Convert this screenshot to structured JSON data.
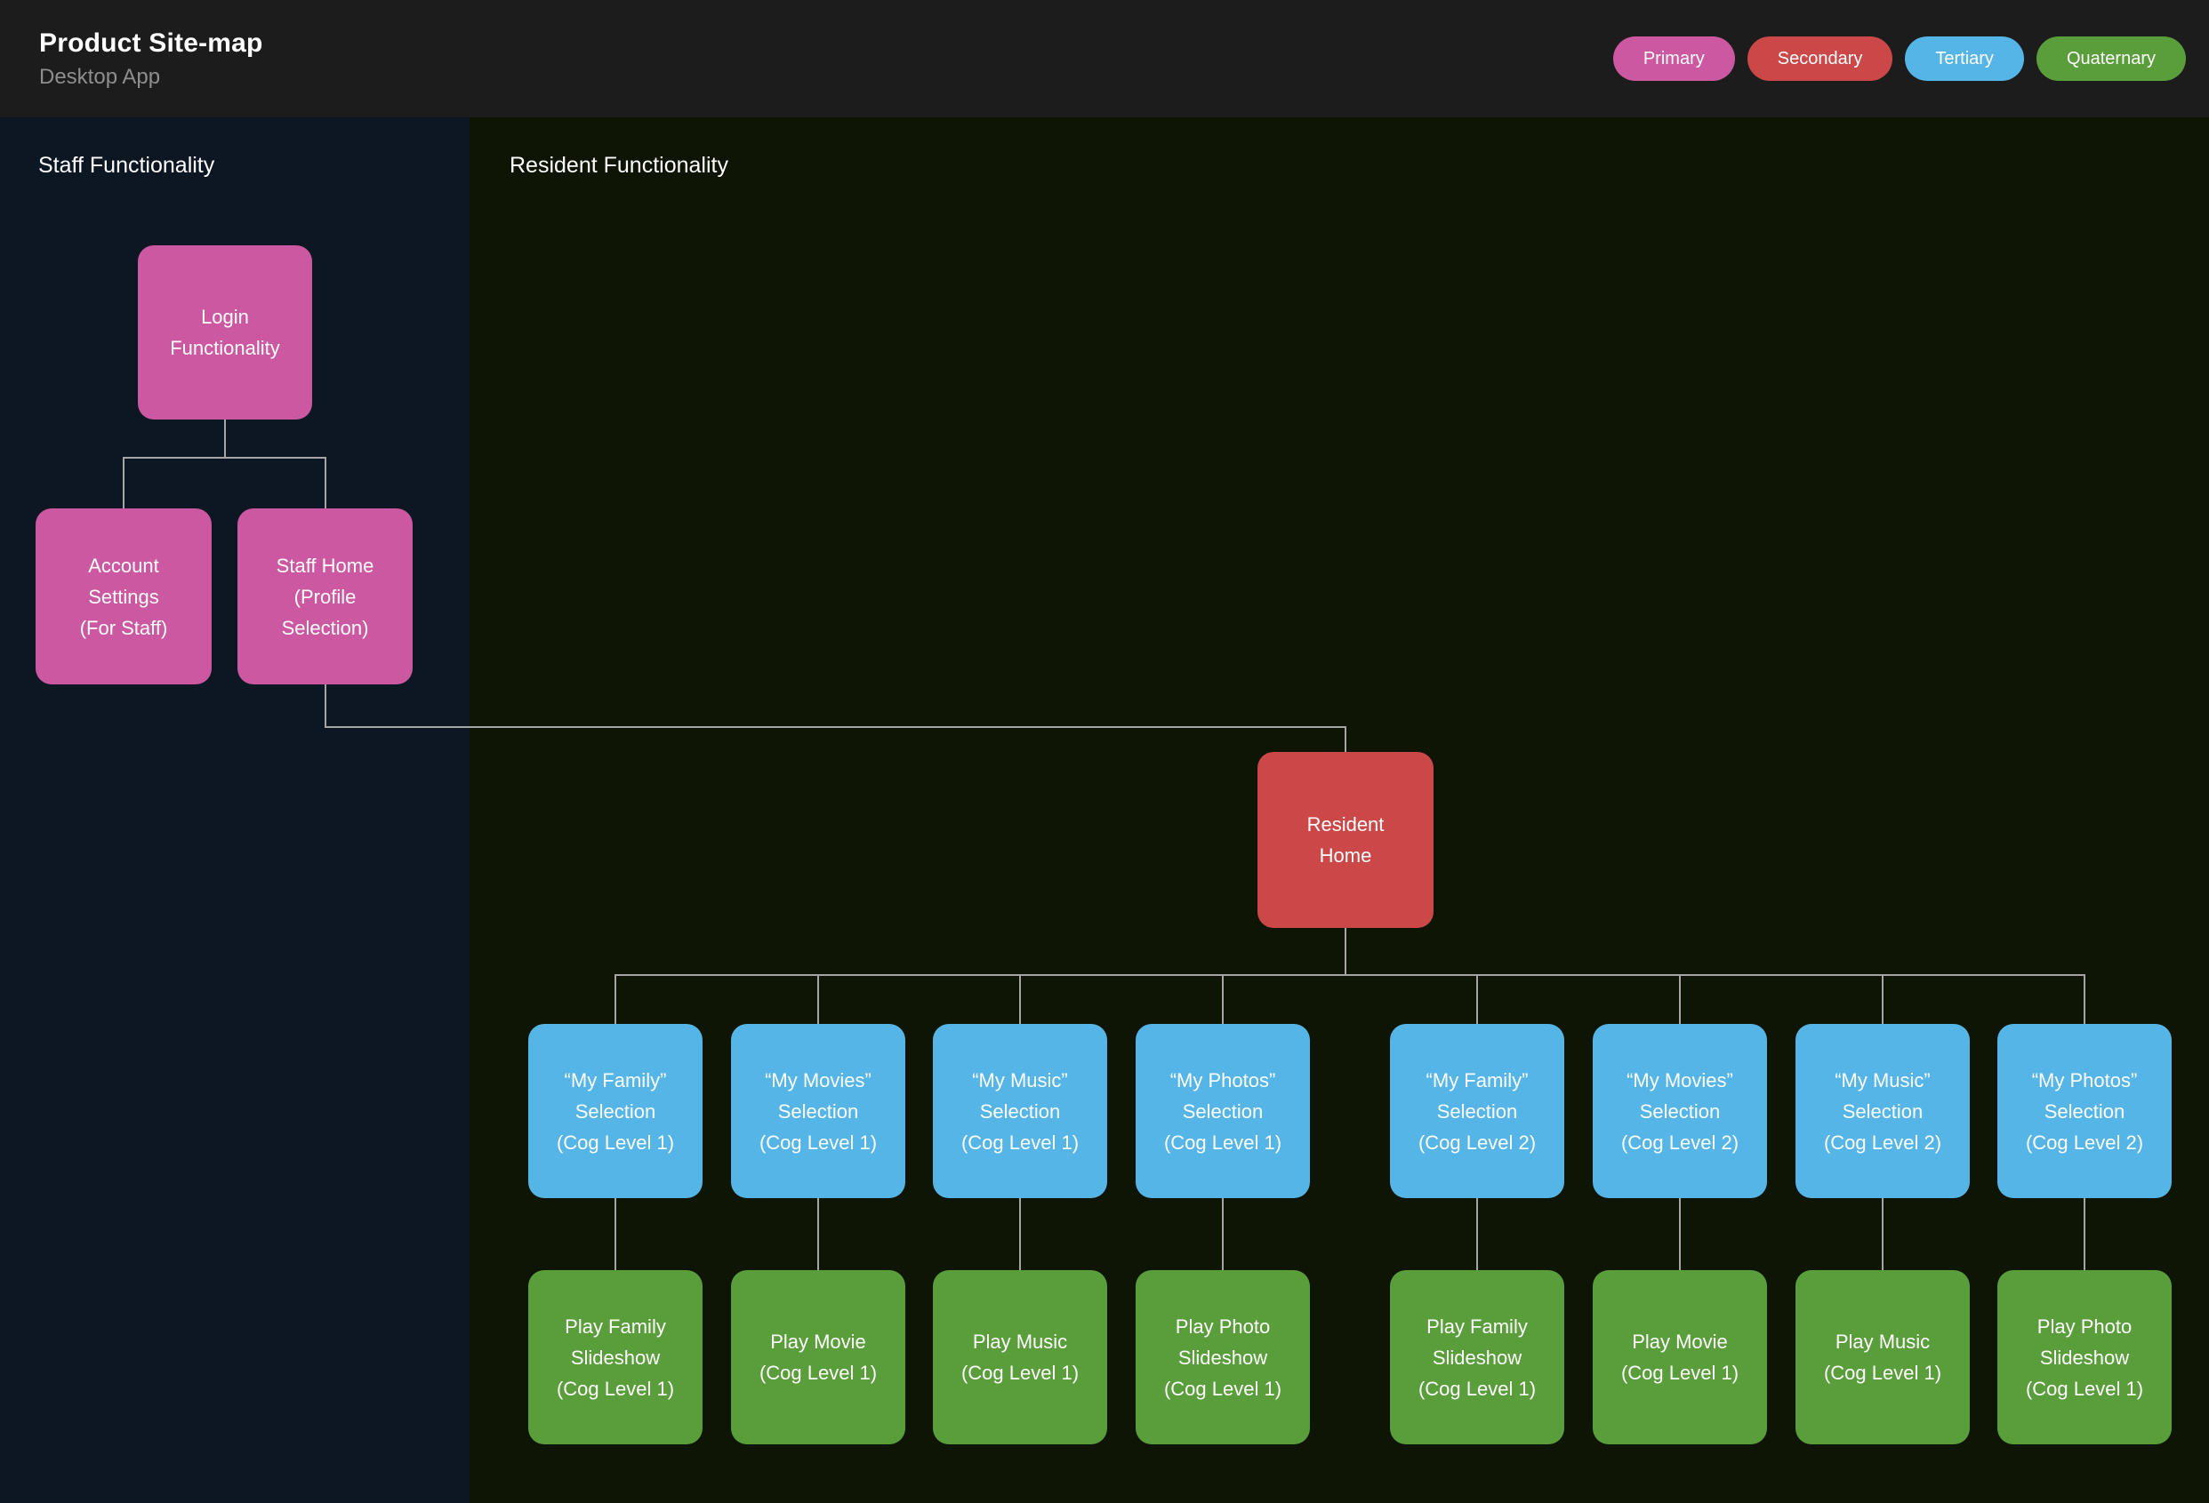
{
  "header": {
    "title": "Product Site-map",
    "subtitle": "Desktop App",
    "legend": [
      {
        "label": "Primary",
        "color": "#cc58a1"
      },
      {
        "label": "Secondary",
        "color": "#cc4848"
      },
      {
        "label": "Tertiary",
        "color": "#54b5e6"
      },
      {
        "label": "Quaternary",
        "color": "#5a9e3b"
      }
    ]
  },
  "sections": {
    "staff_label": "Staff Functionality",
    "resident_label": "Resident Functionality"
  },
  "nodes": {
    "login": {
      "label": "Login Functionality",
      "lines": [
        "Login",
        "Functionality"
      ]
    },
    "account_settings": {
      "label": "Account Settings (For Staff)",
      "lines": [
        "Account",
        "Settings",
        "(For Staff)"
      ]
    },
    "staff_home": {
      "label": "Staff Home (Profile Selection)",
      "lines": [
        "Staff Home",
        "(Profile",
        "Selection)"
      ]
    },
    "resident_home": {
      "label": "Resident Home",
      "lines": [
        "Resident",
        "Home"
      ]
    },
    "selections": [
      {
        "label": "“My Family” Selection (Cog Level 1)",
        "lines": [
          "“My Family”",
          "Selection",
          "(Cog Level 1)"
        ]
      },
      {
        "label": "“My Movies” Selection (Cog Level 1)",
        "lines": [
          "“My Movies”",
          "Selection",
          "(Cog Level 1)"
        ]
      },
      {
        "label": "“My Music” Selection (Cog Level 1)",
        "lines": [
          "“My Music”",
          "Selection",
          "(Cog Level 1)"
        ]
      },
      {
        "label": "“My Photos” Selection (Cog Level 1)",
        "lines": [
          "“My Photos”",
          "Selection",
          "(Cog Level 1)"
        ]
      },
      {
        "label": "“My Family” Selection (Cog Level 2)",
        "lines": [
          "“My Family”",
          "Selection",
          "(Cog Level 2)"
        ]
      },
      {
        "label": "“My Movies” Selection (Cog Level 2)",
        "lines": [
          "“My Movies”",
          "Selection",
          "(Cog Level 2)"
        ]
      },
      {
        "label": "“My Music” Selection (Cog Level 2)",
        "lines": [
          "“My Music”",
          "Selection",
          "(Cog Level 2)"
        ]
      },
      {
        "label": "“My Photos” Selection (Cog Level 2)",
        "lines": [
          "“My Photos”",
          "Selection",
          "(Cog Level 2)"
        ]
      }
    ],
    "actions": [
      {
        "label": "Play Family Slideshow (Cog Level 1)",
        "lines": [
          "Play Family",
          "Slideshow",
          "(Cog Level 1)"
        ]
      },
      {
        "label": "Play Movie (Cog Level 1)",
        "lines": [
          "Play Movie",
          "(Cog Level 1)"
        ]
      },
      {
        "label": "Play Music (Cog Level 1)",
        "lines": [
          "Play Music",
          "(Cog Level 1)"
        ]
      },
      {
        "label": "Play Photo Slideshow (Cog Level 1)",
        "lines": [
          "Play Photo",
          "Slideshow",
          "(Cog Level 1)"
        ]
      },
      {
        "label": "Play Family Slideshow (Cog Level 1)",
        "lines": [
          "Play Family",
          "Slideshow",
          "(Cog Level 1)"
        ]
      },
      {
        "label": "Play Movie (Cog Level 1)",
        "lines": [
          "Play Movie",
          "(Cog Level 1)"
        ]
      },
      {
        "label": "Play Music (Cog Level 1)",
        "lines": [
          "Play Music",
          "(Cog Level 1)"
        ]
      },
      {
        "label": "Play Photo Slideshow (Cog Level 1)",
        "lines": [
          "Play Photo",
          "Slideshow",
          "(Cog Level 1)"
        ]
      }
    ]
  },
  "colors": {
    "primary": "#cc58a1",
    "secondary": "#cc4848",
    "tertiary": "#54b5e6",
    "quaternary": "#5a9e3b",
    "header_bg": "#1c1c1c",
    "staff_panel_bg": "#0d1724",
    "resident_panel_bg": "#0e1505",
    "connector": "#a5a5a5"
  }
}
